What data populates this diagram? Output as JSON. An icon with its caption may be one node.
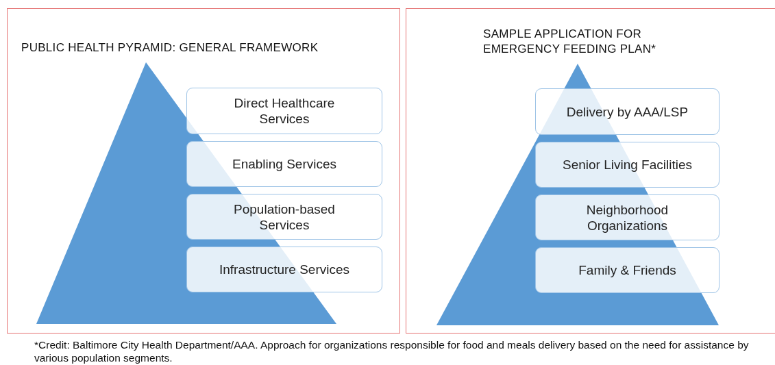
{
  "diagram": {
    "caption": "*Credit: Baltimore City Health Department/AAA. Approach for organizations responsible for food and meals delivery based on the need for assistance by various population segments.",
    "nodes": [
      {
        "text": [
          "PUBLIC HEALTH PYRAMID: GENERAL FRAMEWORK"
        ]
      },
      {
        "text": [
          "Direct Healthcare Services"
        ],
        "in": 0
      },
      {
        "text": [
          "Enabling Services"
        ],
        "in": 0
      },
      {
        "text": [
          "Population-based Services"
        ],
        "in": 0
      },
      {
        "text": [
          "Infrastructure Services"
        ],
        "in": 0
      },
      {
        "text": [
          "SAMPLE APPLICATION FOR EMERGENCY FEEDING PLAN*"
        ]
      },
      {
        "text": [
          "Delivery by AAA/LSP"
        ],
        "in": 5
      },
      {
        "text": [
          "Senior Living Facilities"
        ],
        "in": 5
      },
      {
        "text": [
          "Neighborhood Organizations"
        ],
        "in": 5
      },
      {
        "text": [
          "Family & Friends"
        ],
        "in": 5
      }
    ]
  }
}
